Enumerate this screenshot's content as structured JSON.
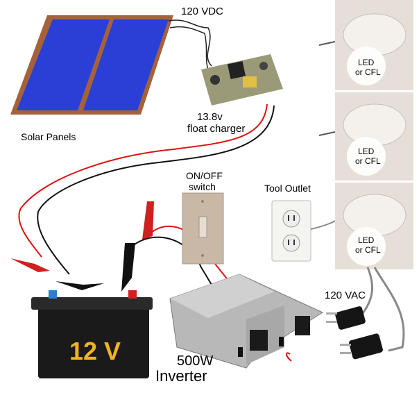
{
  "labels": {
    "dc_voltage": "120 VDC",
    "solar_panels": "Solar Panels",
    "charger_line1": "13.8v",
    "charger_line2": "float charger",
    "switch_line1": "ON/OFF",
    "switch_line2": "switch",
    "tool_outlet": "Tool Outlet",
    "ac_voltage": "120 VAC",
    "battery": "12 V",
    "inverter_line1": "500W",
    "inverter_line2": "Inverter"
  },
  "lights": [
    {
      "line1": "LED",
      "line2": "or CFL"
    },
    {
      "line1": "LED",
      "line2": "or CFL"
    },
    {
      "line1": "LED",
      "line2": "or CFL"
    }
  ],
  "colors": {
    "panel_blue": "#2a3fd6",
    "panel_frame": "#a5623a",
    "wire_red": "#e01010",
    "battery_text": "#f2b321"
  }
}
